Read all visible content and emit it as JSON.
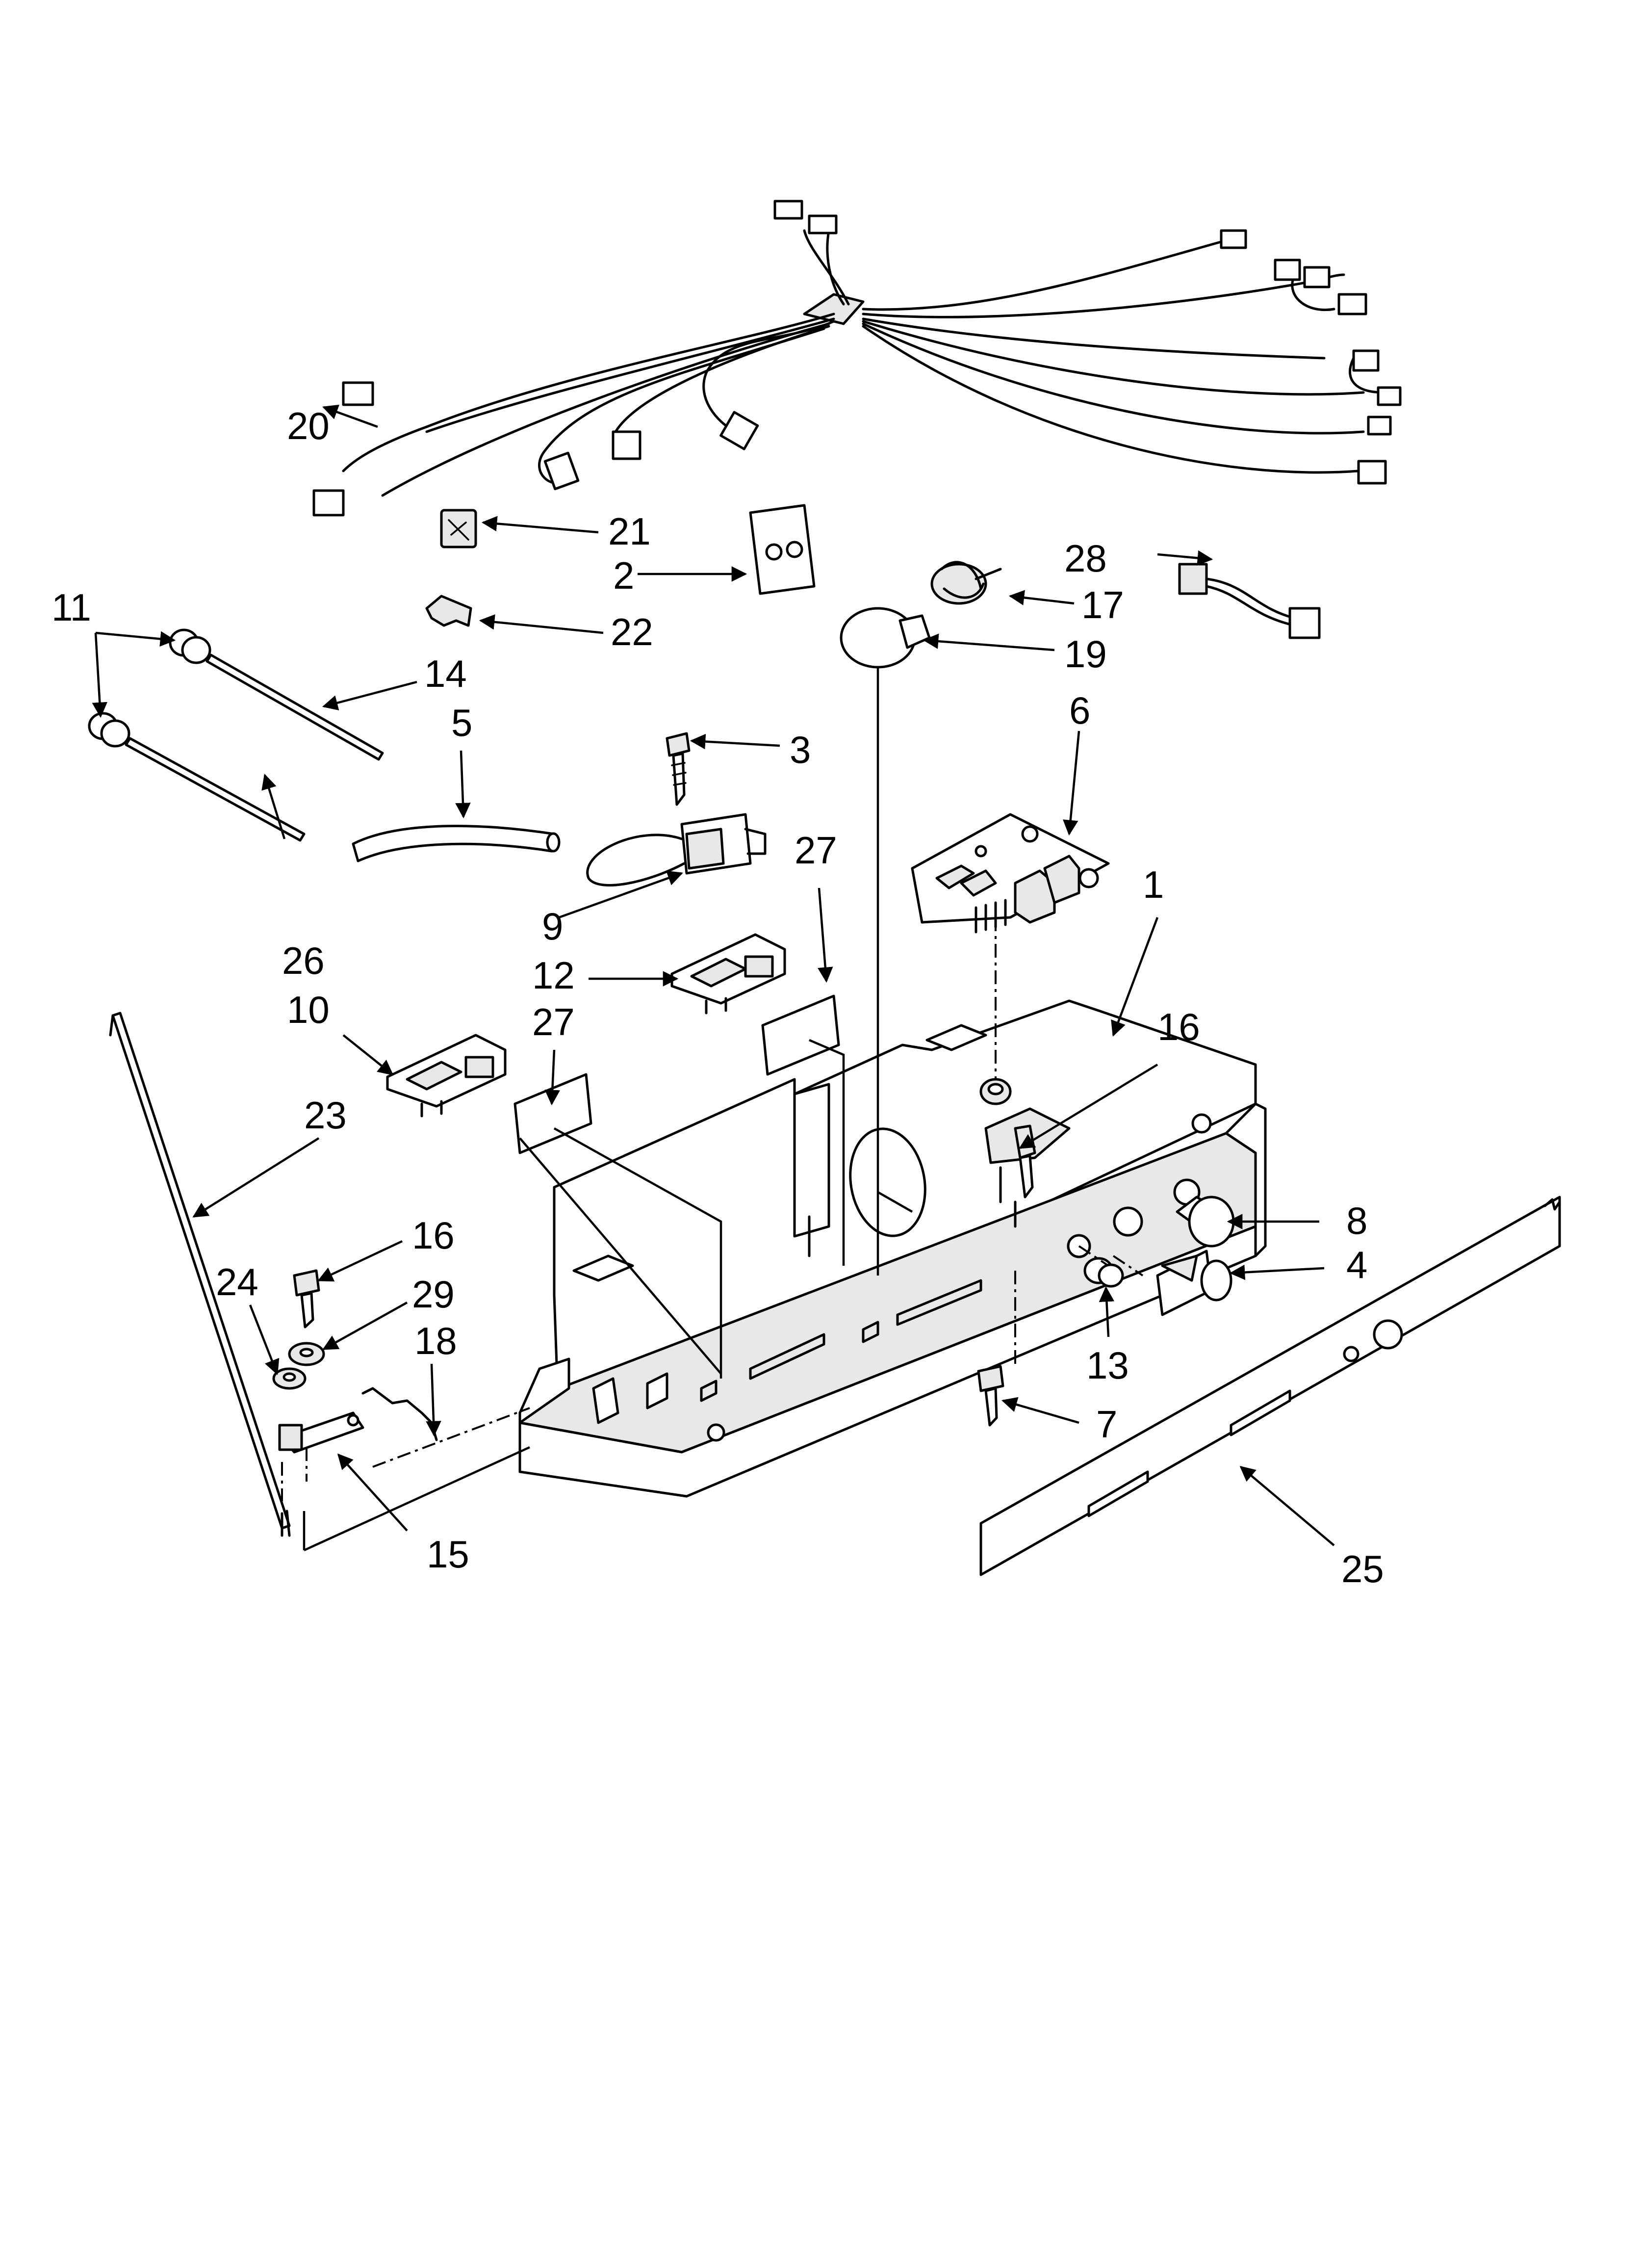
{
  "labels": {
    "l1": "1",
    "l2": "2",
    "l3": "3",
    "l4": "4",
    "l5": "5",
    "l6": "6",
    "l7": "7",
    "l8": "8",
    "l9": "9",
    "l10": "10",
    "l11": "11",
    "l12": "12",
    "l13": "13",
    "l14": "14",
    "l15": "15",
    "l16a": "16",
    "l16b": "16",
    "l17": "17",
    "l18": "18",
    "l19": "19",
    "l20": "20",
    "l21": "21",
    "l22": "22",
    "l23": "23",
    "l24": "24",
    "l25": "25",
    "l26": "26",
    "l27a": "27",
    "l27b": "27",
    "l28": "28",
    "l29": "29"
  }
}
